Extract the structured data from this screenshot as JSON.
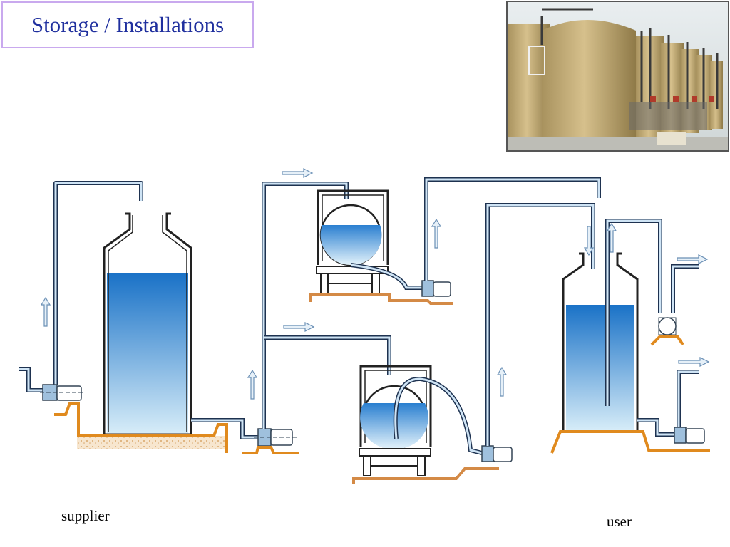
{
  "title": "Storage / Installations",
  "labels": {
    "supplier": "supplier",
    "user": "user"
  },
  "colors": {
    "title_text": "#1f2f9e",
    "title_border": "#c9a9ee",
    "pipe": "#8fb3d6",
    "liquid_top": "#1a72c7",
    "liquid_bottom": "#d6ecf8",
    "ground": "#e08a1e",
    "foundation": "#f3dcc0"
  },
  "photo": {
    "subject": "fiberglass-storage-tanks"
  }
}
